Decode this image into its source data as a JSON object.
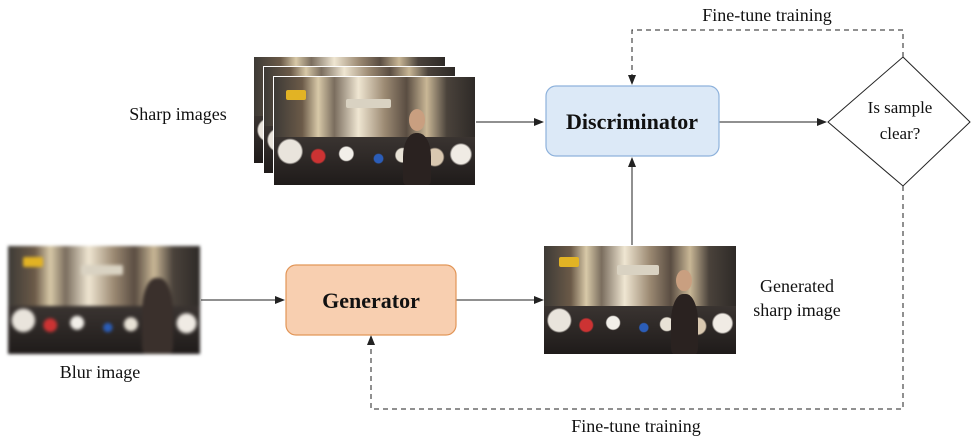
{
  "labels": {
    "sharp_images": "Sharp images",
    "blur_image": "Blur image",
    "generated_line1": "Generated",
    "generated_line2": "sharp image",
    "fine_tune_top": "Fine-tune training",
    "fine_tune_bottom": "Fine-tune training"
  },
  "nodes": {
    "discriminator": "Discriminator",
    "generator": "Generator",
    "decision_line1": "Is sample",
    "decision_line2": "clear?"
  },
  "colors": {
    "discriminator_fill": "#dce9f7",
    "discriminator_border": "#8eb2dc",
    "generator_fill": "#f8cfb0",
    "generator_border": "#e29658",
    "line": "#222222"
  },
  "images": {
    "sharp_stack": "street-scene-photo",
    "blur_input": "blurred-street-scene-photo",
    "generated_output": "street-scene-photo"
  }
}
